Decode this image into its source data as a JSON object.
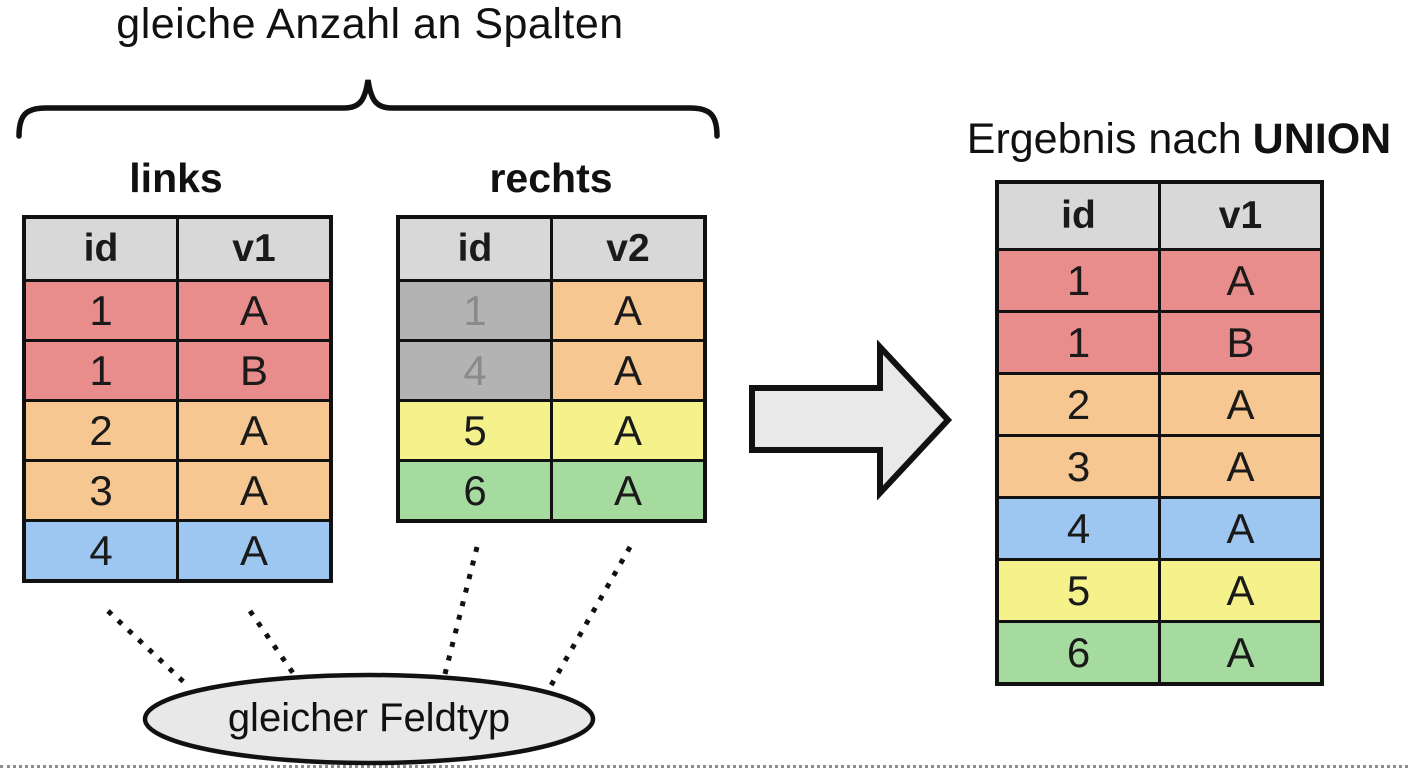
{
  "top_title": "gleiche Anzahl an Spalten",
  "ellipse_label": "gleicher Feldtyp",
  "result": {
    "title_prefix": "Ergebnis nach",
    "title_bold": "UNION"
  },
  "palette": {
    "red": "#E98C8C",
    "orange": "#F6C791",
    "blue": "#9DC7F0",
    "yellow": "#F6F28B",
    "green": "#A5DB9E",
    "header": "#D8D8D8",
    "darkgray": "#B3B3B3",
    "graytext": "#8A8A8A",
    "shape_fill": "#E9E9E9",
    "border": "#111111"
  },
  "tables": {
    "left": {
      "label": "links",
      "headers": [
        "id",
        "v1"
      ],
      "rows": [
        {
          "cells": [
            {
              "text": "1",
              "bg": "red"
            },
            {
              "text": "A",
              "bg": "red"
            }
          ]
        },
        {
          "cells": [
            {
              "text": "1",
              "bg": "red"
            },
            {
              "text": "B",
              "bg": "red"
            }
          ]
        },
        {
          "cells": [
            {
              "text": "2",
              "bg": "orange"
            },
            {
              "text": "A",
              "bg": "orange"
            }
          ]
        },
        {
          "cells": [
            {
              "text": "3",
              "bg": "orange"
            },
            {
              "text": "A",
              "bg": "orange"
            }
          ]
        },
        {
          "cells": [
            {
              "text": "4",
              "bg": "blue"
            },
            {
              "text": "A",
              "bg": "blue"
            }
          ]
        }
      ]
    },
    "right": {
      "label": "rechts",
      "headers": [
        "id",
        "v2"
      ],
      "rows": [
        {
          "cells": [
            {
              "text": "1",
              "bg": "darkgray",
              "fg": "graytext"
            },
            {
              "text": "A",
              "bg": "orange"
            }
          ]
        },
        {
          "cells": [
            {
              "text": "4",
              "bg": "darkgray",
              "fg": "graytext"
            },
            {
              "text": "A",
              "bg": "orange"
            }
          ]
        },
        {
          "cells": [
            {
              "text": "5",
              "bg": "yellow"
            },
            {
              "text": "A",
              "bg": "yellow"
            }
          ]
        },
        {
          "cells": [
            {
              "text": "6",
              "bg": "green"
            },
            {
              "text": "A",
              "bg": "green"
            }
          ]
        }
      ]
    },
    "result": {
      "label": "",
      "headers": [
        "id",
        "v1"
      ],
      "rows": [
        {
          "cells": [
            {
              "text": "1",
              "bg": "red"
            },
            {
              "text": "A",
              "bg": "red"
            }
          ]
        },
        {
          "cells": [
            {
              "text": "1",
              "bg": "red"
            },
            {
              "text": "B",
              "bg": "red"
            }
          ]
        },
        {
          "cells": [
            {
              "text": "2",
              "bg": "orange"
            },
            {
              "text": "A",
              "bg": "orange"
            }
          ]
        },
        {
          "cells": [
            {
              "text": "3",
              "bg": "orange"
            },
            {
              "text": "A",
              "bg": "orange"
            }
          ]
        },
        {
          "cells": [
            {
              "text": "4",
              "bg": "blue"
            },
            {
              "text": "A",
              "bg": "blue"
            }
          ]
        },
        {
          "cells": [
            {
              "text": "5",
              "bg": "yellow"
            },
            {
              "text": "A",
              "bg": "yellow"
            }
          ]
        },
        {
          "cells": [
            {
              "text": "6",
              "bg": "green"
            },
            {
              "text": "A",
              "bg": "green"
            }
          ]
        }
      ]
    }
  }
}
